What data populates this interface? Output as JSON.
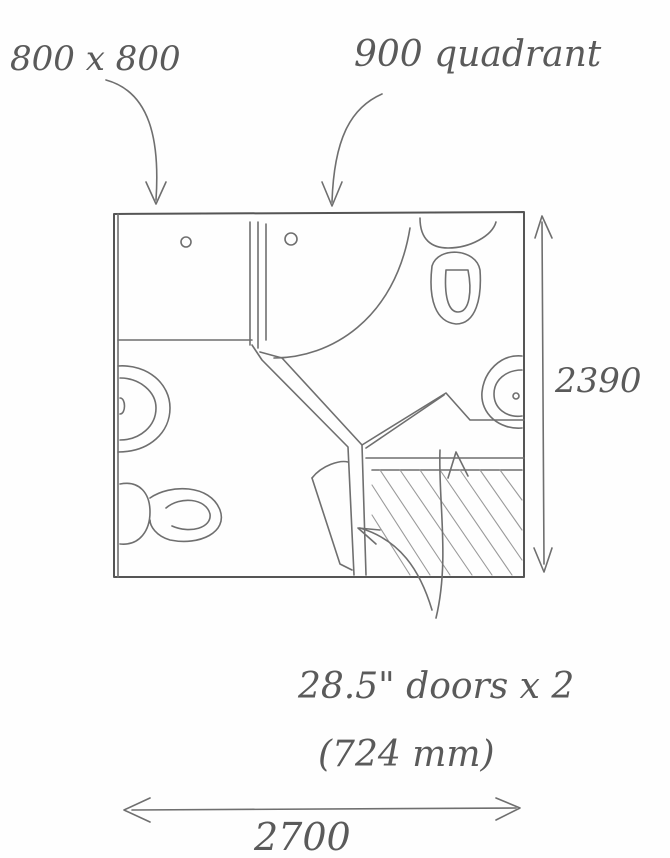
{
  "labels": {
    "shower_square": "800 x 800",
    "shower_quadrant": "900 quadrant",
    "height_dim": "2390",
    "doors_line1": "28.5\" doors x 2",
    "doors_line2": "(724 mm)",
    "width_dim": "2700"
  }
}
